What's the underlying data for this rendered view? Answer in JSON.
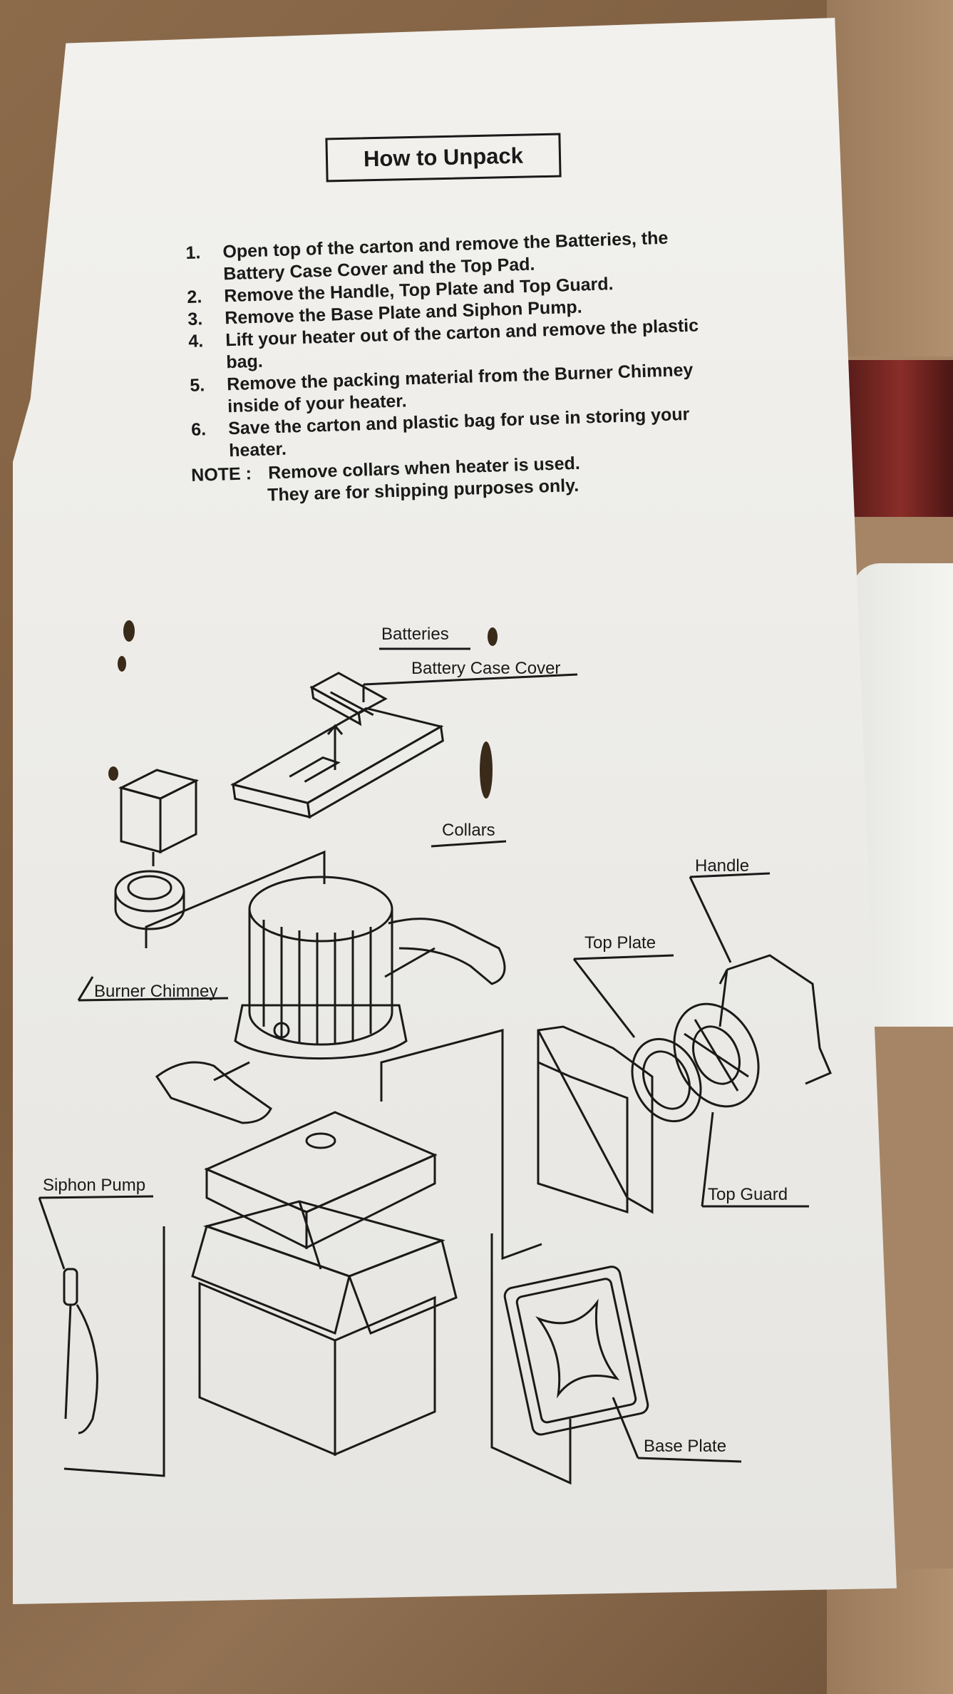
{
  "title": "How to Unpack",
  "steps": [
    {
      "num": "1.",
      "text": "Open top of the carton and remove the Batteries, the Battery Case Cover and the Top Pad."
    },
    {
      "num": "2.",
      "text": "Remove the Handle, Top Plate and Top Guard."
    },
    {
      "num": "3.",
      "text": "Remove the Base Plate and Siphon Pump."
    },
    {
      "num": "4.",
      "text": "Lift your heater out of the carton and remove the plastic bag."
    },
    {
      "num": "5.",
      "text": "Remove the packing material from the Burner Chimney inside of your heater."
    },
    {
      "num": "6.",
      "text": "Save the carton and plastic bag for use in storing your heater."
    }
  ],
  "note": {
    "label": "NOTE :",
    "line1": "Remove collars when heater is used.",
    "line2": "They are for shipping purposes only."
  },
  "labels": {
    "batteries": "Batteries",
    "battery_case_cover": "Battery Case Cover",
    "collars": "Collars",
    "handle": "Handle",
    "top_plate": "Top Plate",
    "burner_chimney": "Burner Chimney",
    "siphon_pump": "Siphon Pump",
    "top_guard": "Top Guard",
    "base_plate": "Base Plate"
  }
}
